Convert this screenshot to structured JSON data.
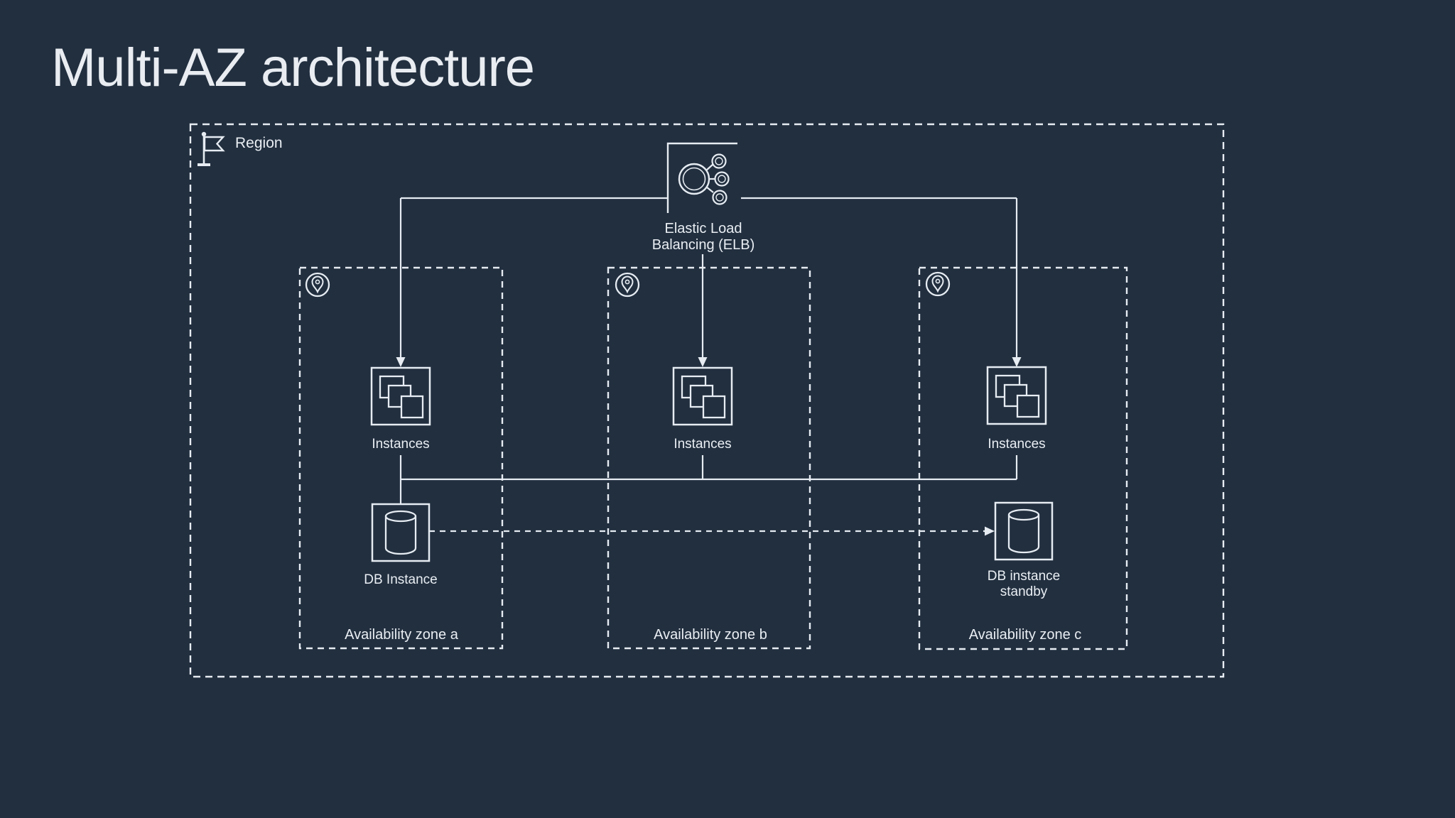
{
  "title": "Multi-AZ architecture",
  "colors": {
    "background": "#222f3f",
    "diagram_stroke": "#e6ecf2",
    "text": "#e9eef3"
  },
  "region": {
    "label": "Region",
    "icon": "flag-icon"
  },
  "elb": {
    "label_line1": "Elastic Load",
    "label_line2": "Balancing (ELB)",
    "icon": "load-balancer-icon"
  },
  "zones": [
    {
      "label": "Availability zone a",
      "zone_icon": "location-pin-icon",
      "instances": {
        "label": "Instances",
        "icon": "instances-icon"
      },
      "db": {
        "label": "DB Instance",
        "icon": "database-icon"
      }
    },
    {
      "label": "Availability zone b",
      "zone_icon": "location-pin-icon",
      "instances": {
        "label": "Instances",
        "icon": "instances-icon"
      }
    },
    {
      "label": "Availability zone c",
      "zone_icon": "location-pin-icon",
      "instances": {
        "label": "Instances",
        "icon": "instances-icon"
      },
      "db": {
        "label_line1": "DB instance",
        "label_line2": "standby",
        "icon": "database-icon"
      }
    }
  ]
}
